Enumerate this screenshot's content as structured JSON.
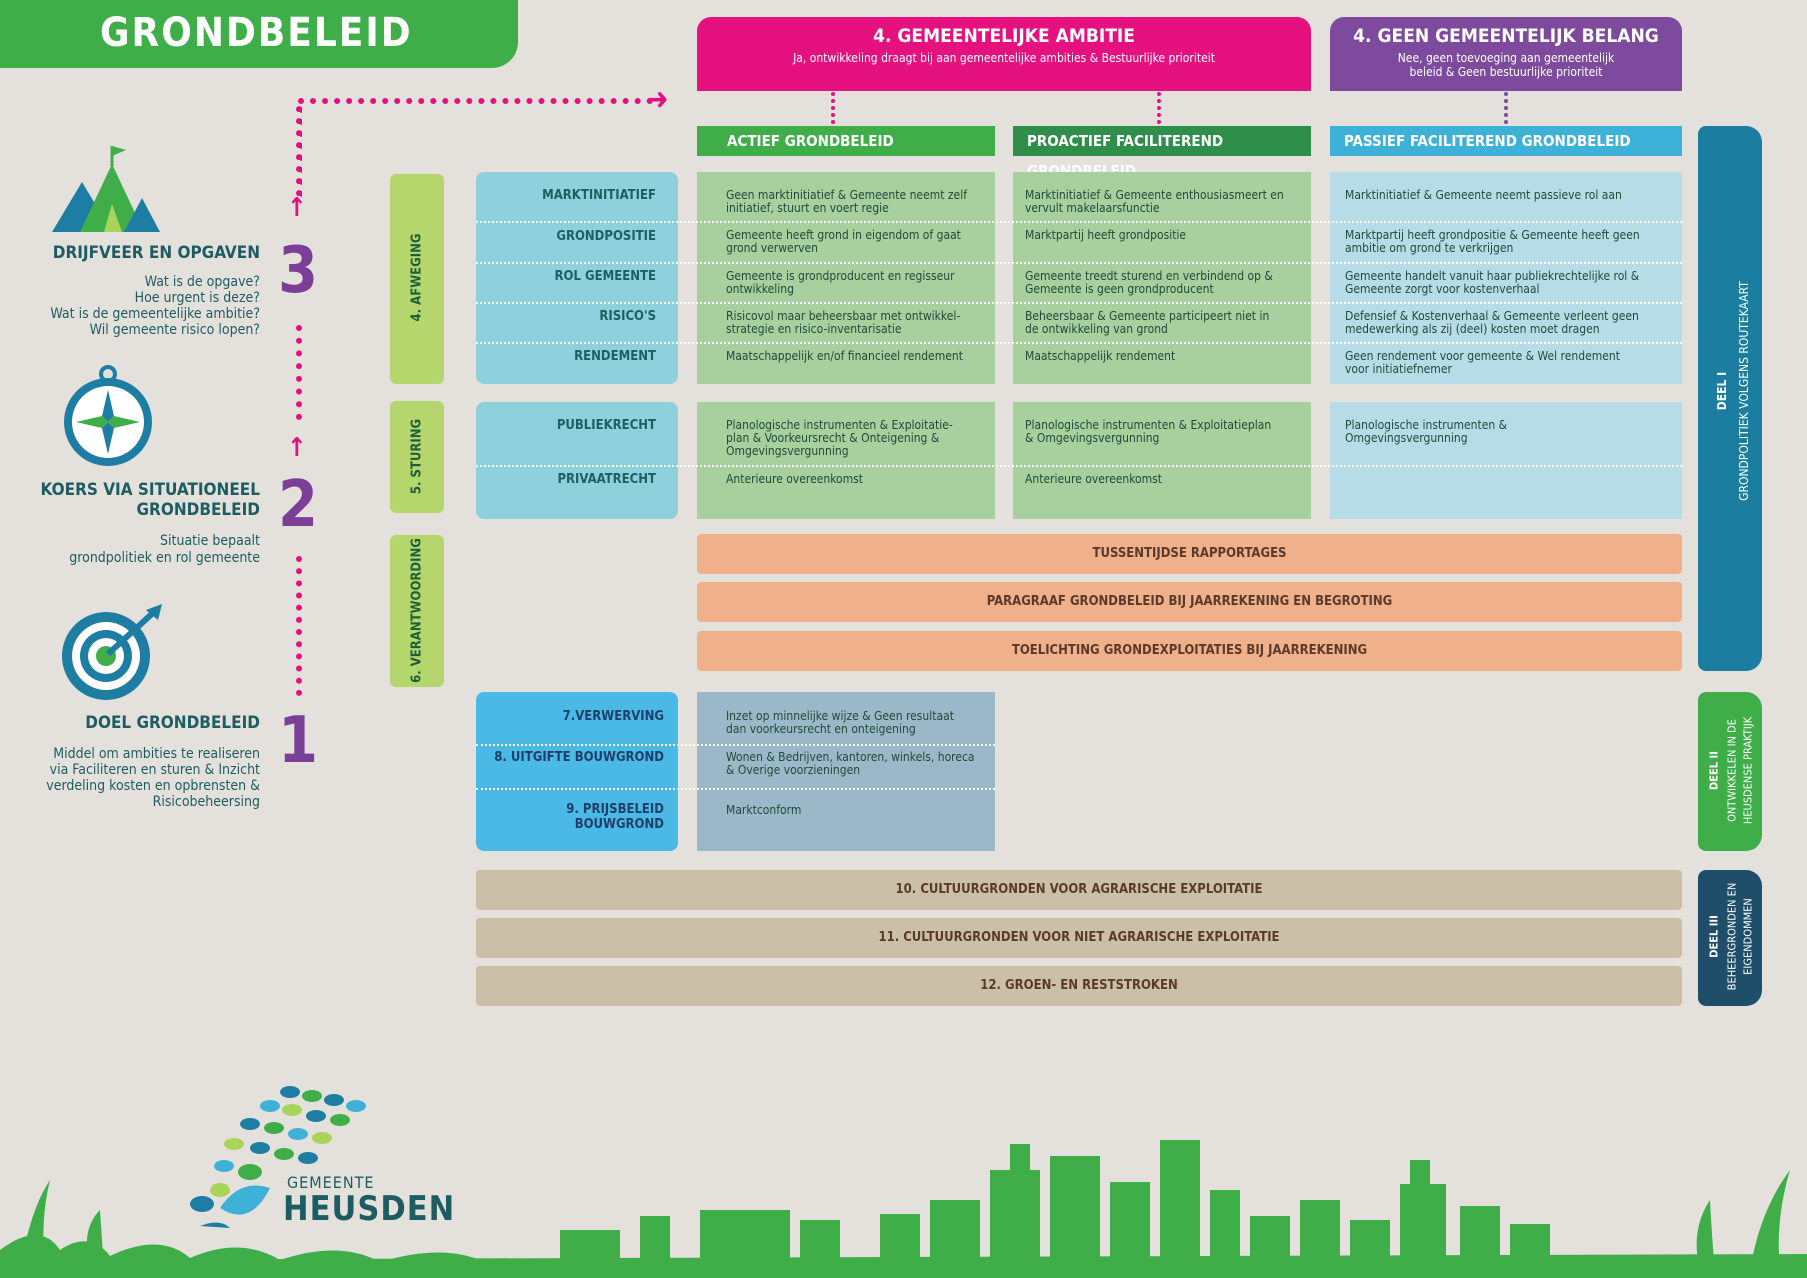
{
  "title": "GRONDBELEID",
  "header_ambitie": {
    "title": "4. GEMEENTELIJKE AMBITIE",
    "subtitle": "Ja, ontwikkeling draagt bij aan gemeentelijke ambities & Bestuurlijke prioriteit"
  },
  "header_belang": {
    "title": "4. GEEN GEMEENTELIJK BELANG",
    "subtitle": "Nee, geen toevoeging aan gemeentelijk beleid & Geen bestuurlijke prioriteit"
  },
  "columns": [
    "ACTIEF GRONDBELEID",
    "PROACTIEF FACILITEREND GRONDBELEID",
    "PASSIEF FACILITEREND GRONDBELEID"
  ],
  "left": {
    "s3": {
      "num": "3",
      "heading": "DRIJFVEER EN OPGAVEN",
      "lines": [
        "Wat is de opgave?",
        "Hoe urgent is deze?",
        "Wat is de gemeentelijke ambitie?",
        "Wil gemeente risico lopen?"
      ]
    },
    "s2": {
      "num": "2",
      "heading": [
        "KOERS VIA SITUATIONEEL",
        "GRONDBELEID"
      ],
      "lines": [
        "Situatie bepaalt",
        "grondpolitiek en rol gemeente"
      ]
    },
    "s1": {
      "num": "1",
      "heading": "DOEL GRONDBELEID",
      "lines": [
        "Middel om ambities te realiseren",
        "via Faciliteren en sturen & Inzicht",
        "verdeling kosten en opbrensten &",
        "Risicobeheersing"
      ]
    }
  },
  "vtabs": {
    "afweging": "4. AFWEGING",
    "sturing": "5. STURING",
    "verantwoording": "6. VERANTWOORDING"
  },
  "afweging_rows": [
    {
      "label": "MARKTINITIATIEF",
      "c1": "Geen marktinitiatief & Gemeente neemt zelf initiatief, stuurt en voert regie",
      "c2": "Marktinitiatief & Gemeente enthousiasmeert en vervult makelaarsfunctie",
      "c3": "Marktinitiatief & Gemeente neemt passieve rol aan"
    },
    {
      "label": "GRONDPOSITIE",
      "c1": "Gemeente heeft grond in eigendom of gaat grond verwerven",
      "c2": "Marktpartij heeft grondpositie",
      "c3": "Marktpartij heeft grondpositie & Gemeente heeft geen ambitie om grond te verkrijgen"
    },
    {
      "label": "ROL GEMEENTE",
      "c1": "Gemeente is grondproducent en regisseur ontwikkeling",
      "c2": "Gemeente treedt sturend en verbindend op & Gemeente is geen grondproducent",
      "c3": "Gemeente handelt vanuit haar publiekrechtelijke rol & Gemeente zorgt voor kostenverhaal"
    },
    {
      "label": "RISICO'S",
      "c1": "Risicovol maar beheersbaar met ontwikkel-strategie en risico-inventarisatie",
      "c2": "Beheersbaar & Gemeente participeert niet in de ontwikkeling van grond",
      "c3": "Defensief & Kostenverhaal & Gemeente verleent geen medewerking als zij (deel) kosten moet dragen"
    },
    {
      "label": "RENDEMENT",
      "c1": "Maatschappelijk en/of financieel rendement",
      "c2": "Maatschappelijk rendement",
      "c3": "Geen rendement voor gemeente & Wel rendement voor initiatiefnemer"
    }
  ],
  "sturing_rows": [
    {
      "label": "PUBLIEKRECHT",
      "c1": "Planologische instrumenten & Exploitatie-plan & Voorkeursrecht & Onteigening & Omgevingsvergunning",
      "c2": "Planologische instrumenten & Exploitatieplan & Omgevingsvergunning",
      "c3": "Planologische instrumenten & Omgevingsvergunning"
    },
    {
      "label": "PRIVAATRECHT",
      "c1": "Anterieure overeenkomst",
      "c2": "Anterieure overeenkomst",
      "c3": ""
    }
  ],
  "verantwoording": [
    "TUSSENTIJDSE RAPPORTAGES",
    "PARAGRAAF GRONDBELEID BIJ JAARREKENING EN BEGROTING",
    "TOELICHTING GRONDEXPLOITATIES BIJ JAARREKENING"
  ],
  "deel2_rows": [
    {
      "label": "7.VERWERVING",
      "text": "Inzet op minnelijke wijze & Geen resultaat dan voorkeursrecht en onteigening"
    },
    {
      "label": "8. UITGIFTE BOUWGROND",
      "text": "Wonen & Bedrijven, kantoren, winkels, horeca & Overige voorzieningen"
    },
    {
      "label": "9. PRIJSBELEID BOUWGROND",
      "text": "Marktconform"
    }
  ],
  "deel3_bands": [
    "10. CULTUURGRONDEN VOOR AGRARISCHE EXPLOITATIE",
    "11. CULTUURGRONDEN VOOR NIET AGRARISCHE EXPLOITATIE",
    "12. GROEN- EN RESTSTROKEN"
  ],
  "side": {
    "deel1": [
      "DEEL I",
      "GRONDPOLITIEK VOLGENS ROUTEKAART"
    ],
    "deel2": [
      "DEEL II",
      "ONTWIKKELEN IN DE",
      "HEUSDENSE PRAKTIJK"
    ],
    "deel3": [
      "DEEL III",
      "BEHEERGRONDEN EN",
      "EIGENDOMMEN"
    ]
  },
  "logo": {
    "small": "GEMEENTE",
    "big": "HEUSDEN"
  },
  "colors": {
    "green": "#3fae49",
    "magenta": "#e5117f",
    "purple": "#7d4a9e",
    "dark_green": "#2f9a45",
    "cyan": "#3eb1d9",
    "teal": "#1b7ea0",
    "navy": "#1f4e6b"
  }
}
